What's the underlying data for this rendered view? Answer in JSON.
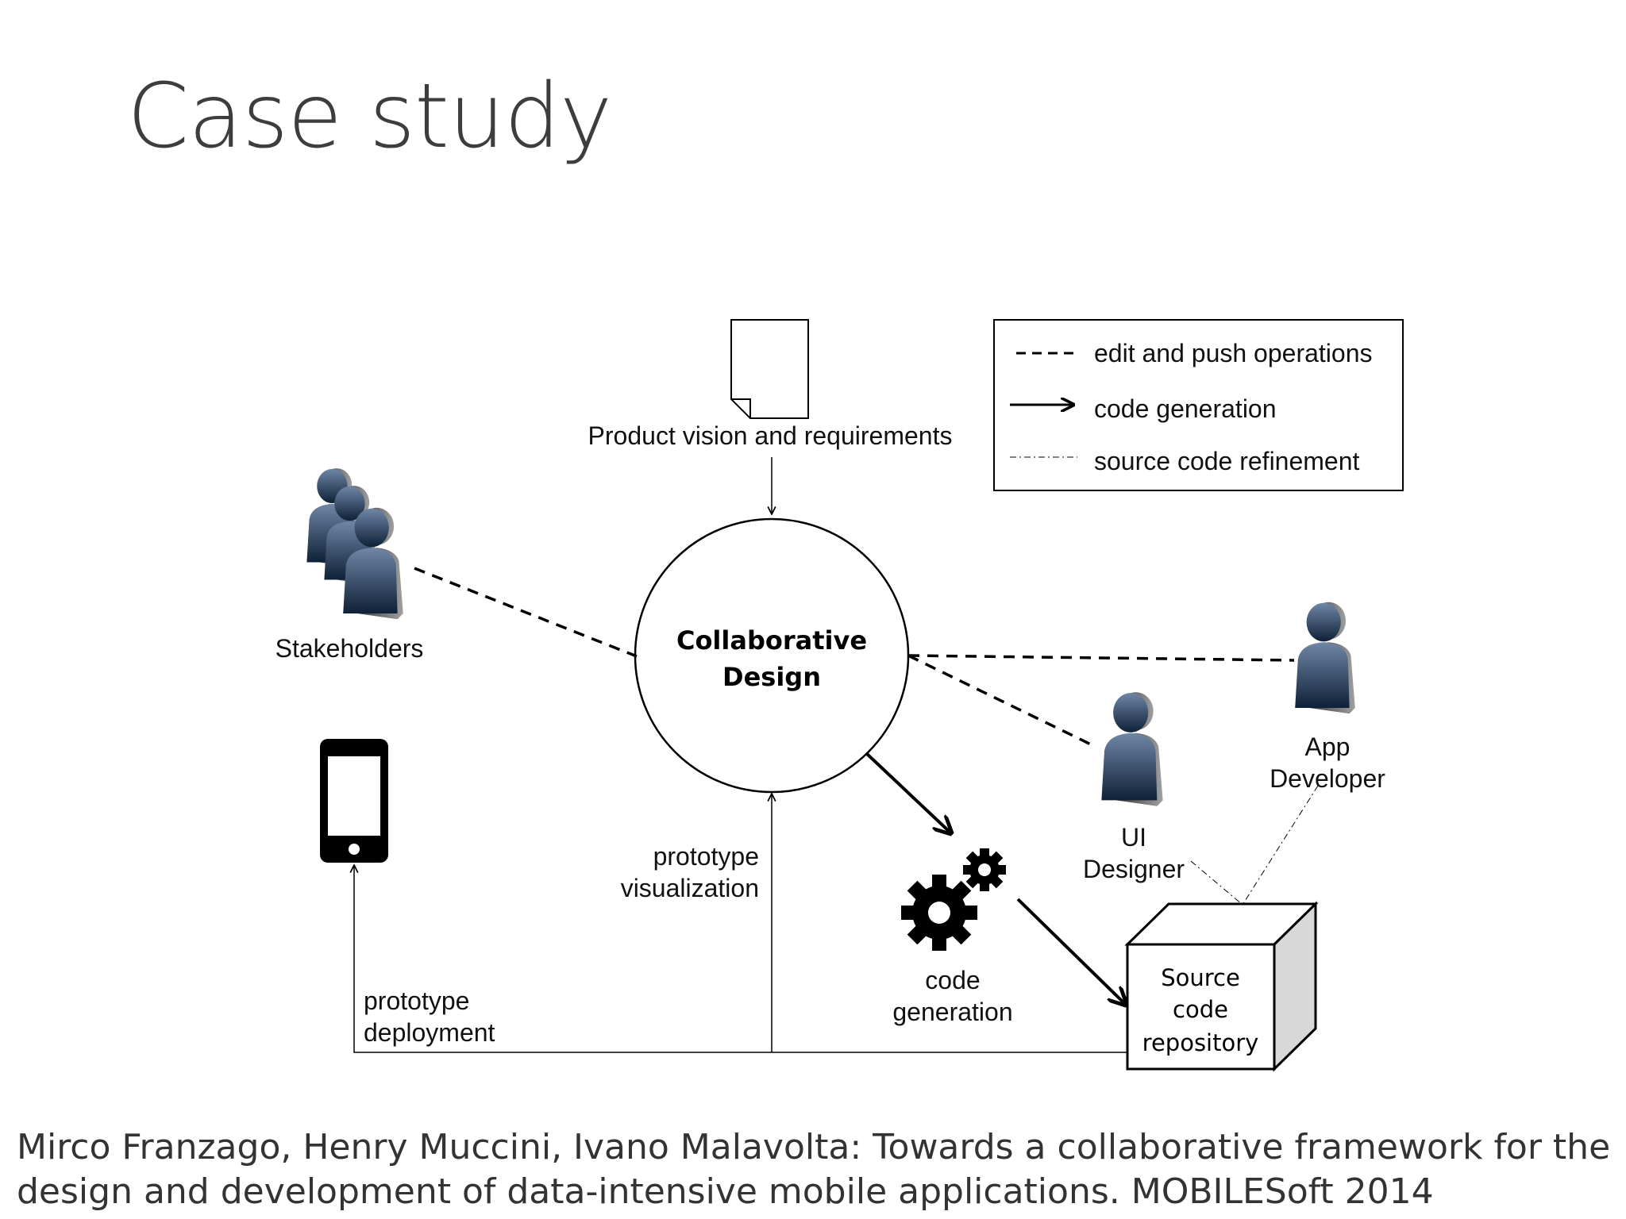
{
  "slide": {
    "title": "Case study",
    "citation_line1": "Mirco Franzago, Henry Muccini, Ivano Malavolta: Towards a collaborative framework for the",
    "citation_line2": "design and development of data-intensive mobile applications. MOBILESoft 2014"
  },
  "diagram": {
    "document_label": "Product vision and requirements",
    "center_line1": "Collaborative",
    "center_line2": "Design",
    "stakeholders_label": "Stakeholders",
    "app_developer_line1": "App",
    "app_developer_line2": "Developer",
    "ui_designer_line1": "UI",
    "ui_designer_line2": "Designer",
    "prototype_visualization_line1": "prototype",
    "prototype_visualization_line2": "visualization",
    "prototype_deployment_line1": "prototype",
    "prototype_deployment_line2": "deployment",
    "code_generation_line1": "code",
    "code_generation_line2": "generation",
    "repository_line1": "Source",
    "repository_line2": "code",
    "repository_line3": "repository"
  },
  "legend": {
    "items": [
      {
        "style": "dashed",
        "label": "edit and push operations"
      },
      {
        "style": "solid-arrow",
        "label": "code generation"
      },
      {
        "style": "dash-dot",
        "label": "source code refinement"
      }
    ]
  },
  "icons": [
    "document-icon",
    "stakeholders-icon",
    "user-icon",
    "smartphone-icon",
    "gears-icon",
    "cube-icon"
  ],
  "colors": {
    "person_top": "#6f86a6",
    "person_bottom": "#0f2138",
    "person_side": "#8a8a8a",
    "ink": "#000000"
  }
}
